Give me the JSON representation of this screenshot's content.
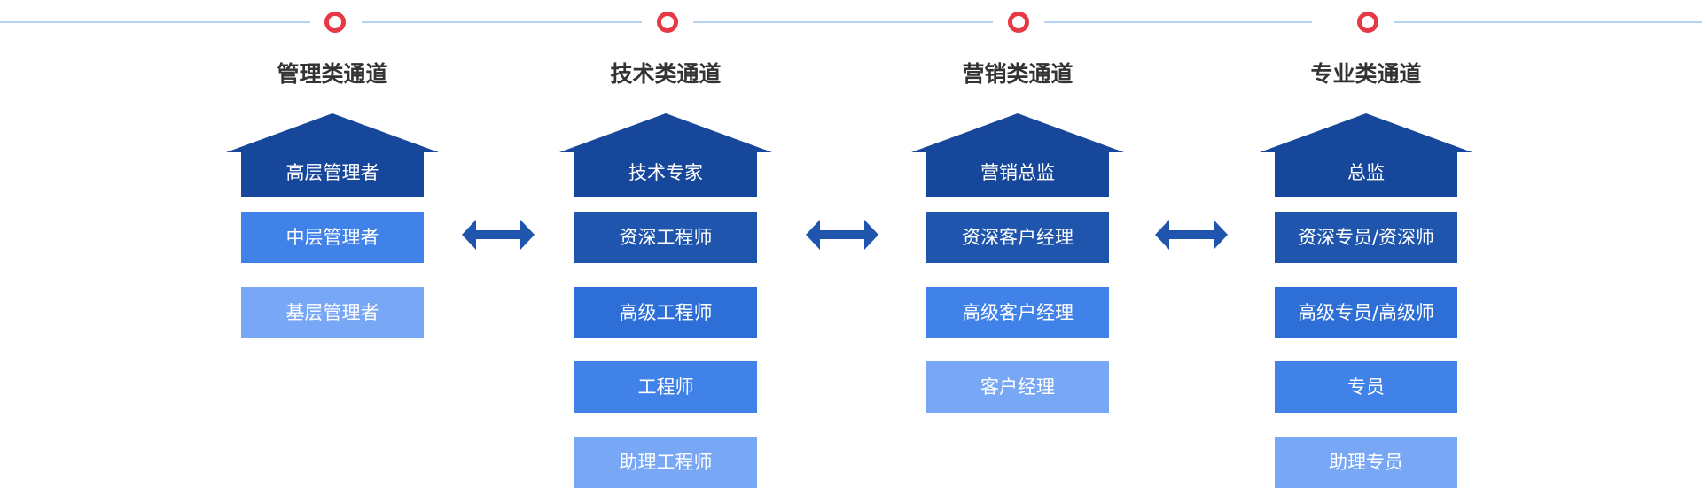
{
  "columns": [
    {
      "title": "管理类通道",
      "levels": [
        "高层管理者",
        "中层管理者",
        "基层管理者"
      ]
    },
    {
      "title": "技术类通道",
      "levels": [
        "技术专家",
        "资深工程师",
        "高级工程师",
        "工程师",
        "助理工程师"
      ]
    },
    {
      "title": "营销类通道",
      "levels": [
        "营销总监",
        "资深客户经理",
        "高级客户经理",
        "客户经理"
      ]
    },
    {
      "title": "专业类通道",
      "levels": [
        "总监",
        "资深专员/资深师",
        "高级专员/高级师",
        "专员",
        "助理专员"
      ]
    }
  ],
  "colors": {
    "timeline_line": "#b9d4f2",
    "timeline_dot": "#e63946",
    "top_level": "#17479a",
    "level_dark": "#1f55ad",
    "level_mid": "#2d6fd6",
    "level_bright": "#4182e8",
    "level_light": "#77a7f5",
    "arrow": "#1f55ad",
    "title_text": "#333333"
  },
  "icons": {
    "timeline_marker": "ring-marker-icon",
    "connector": "double-arrow-icon",
    "roof": "house-roof-icon"
  }
}
